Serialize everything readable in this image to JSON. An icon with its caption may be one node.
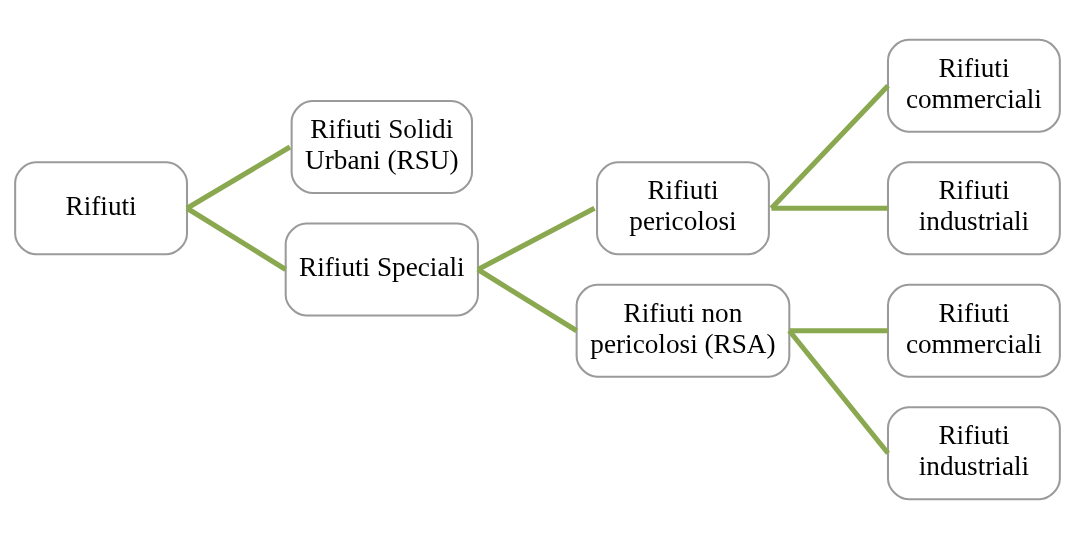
{
  "diagram": {
    "nodes": [
      {
        "text": [
          "Rifiuti"
        ]
      },
      {
        "text": [
          "Rifiuti Solidi Urbani (RSU)"
        ]
      },
      {
        "text": [
          "Rifiuti Speciali"
        ]
      },
      {
        "text": [
          "Rifiuti pericolosi"
        ]
      },
      {
        "text": [
          "Rifiuti non pericolosi (RSA)"
        ]
      },
      {
        "text": [
          "Rifiuti commerciali"
        ]
      },
      {
        "text": [
          "Rifiuti industriali"
        ]
      },
      {
        "text": [
          "Rifiuti commerciali"
        ]
      },
      {
        "text": [
          "Rifiuti industriali"
        ]
      }
    ],
    "edges": [
      {
        "from": 0,
        "to": 1,
        "arrow": "none"
      },
      {
        "from": 0,
        "to": 2,
        "arrow": "none"
      },
      {
        "from": 2,
        "to": 3,
        "arrow": "none"
      },
      {
        "from": 2,
        "to": 4,
        "arrow": "none"
      },
      {
        "from": 3,
        "to": 5,
        "arrow": "none"
      },
      {
        "from": 3,
        "to": 6,
        "arrow": "none"
      },
      {
        "from": 4,
        "to": 7,
        "arrow": "none"
      },
      {
        "from": 4,
        "to": 8,
        "arrow": "none"
      }
    ]
  }
}
